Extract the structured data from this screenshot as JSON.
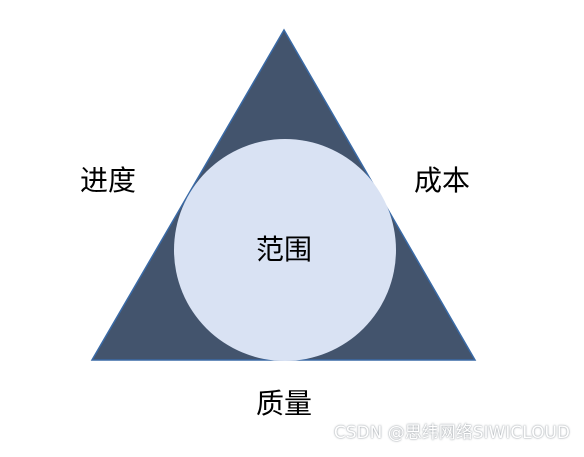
{
  "diagram": {
    "labels": {
      "schedule": "进度",
      "cost": "成本",
      "scope": "范围",
      "quality": "质量"
    },
    "colors": {
      "triangle_fill": "#43546d",
      "triangle_stroke": "#3a6aa6",
      "circle_fill": "#d9e2f3",
      "text": "#000000"
    }
  },
  "watermark": "CSDN @思纬网络SIWICLOUD"
}
